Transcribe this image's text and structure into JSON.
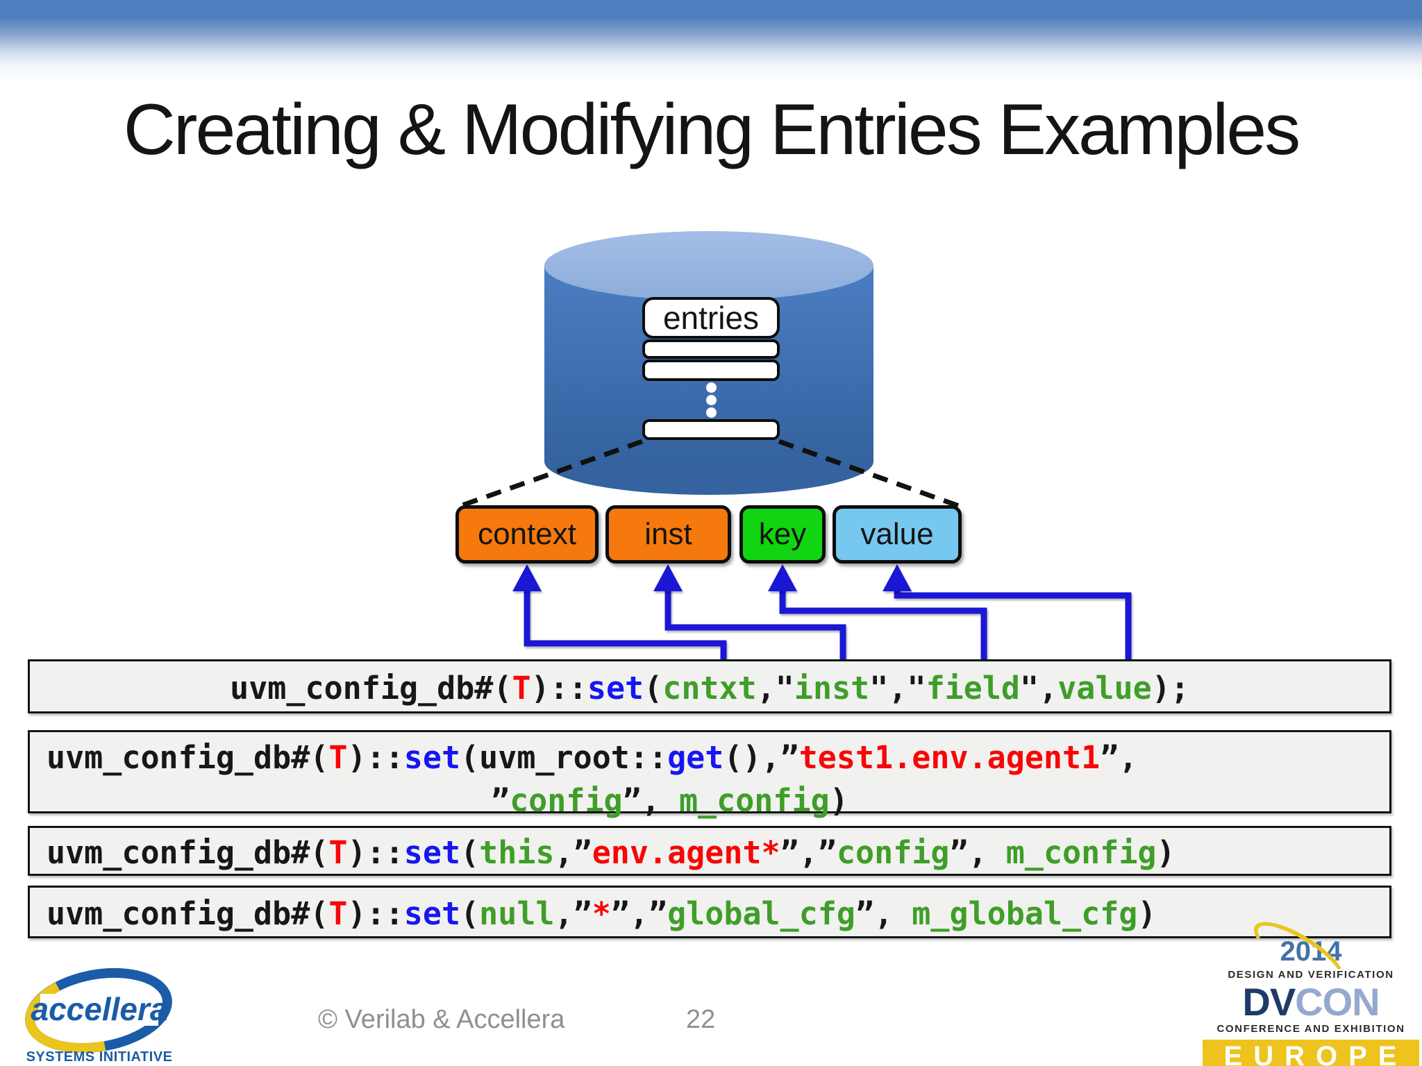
{
  "slide": {
    "title": "Creating & Modifying Entries Examples",
    "footer_copyright": "© Verilab & Accellera",
    "page_number": "22"
  },
  "diagram": {
    "db_label": "entries",
    "fields": [
      {
        "label": "context",
        "color": "#f5790d"
      },
      {
        "label": "inst",
        "color": "#f5790d"
      },
      {
        "label": "key",
        "color": "#11d511"
      },
      {
        "label": "value",
        "color": "#76c8ef"
      }
    ],
    "colors": {
      "cylinder_body_top": "#4b7ec2",
      "cylinder_body_bottom": "#34639f",
      "cylinder_top": "#97b5e2",
      "arrow_blue": "#1a17d6",
      "dash_black": "#111111"
    }
  },
  "code_blocks": [
    {
      "name": "generic-set-prototype",
      "lines": [
        [
          {
            "t": "uvm_config_db#(",
            "c": "ck"
          },
          {
            "t": "T",
            "c": "cr"
          },
          {
            "t": ")::",
            "c": "ck"
          },
          {
            "t": "set",
            "c": "cb"
          },
          {
            "t": "(",
            "c": "ck"
          },
          {
            "t": "cntxt",
            "c": "cg"
          },
          {
            "t": ",\"",
            "c": "ck"
          },
          {
            "t": "inst",
            "c": "cg"
          },
          {
            "t": "\",\"",
            "c": "ck"
          },
          {
            "t": "field",
            "c": "cg"
          },
          {
            "t": "\",",
            "c": "ck"
          },
          {
            "t": "value",
            "c": "cg"
          },
          {
            "t": ");",
            "c": "ck"
          }
        ]
      ]
    },
    {
      "name": "set-uvm-root-example",
      "lines": [
        [
          {
            "t": "uvm_config_db#(",
            "c": "ck"
          },
          {
            "t": "T",
            "c": "cr"
          },
          {
            "t": ")::",
            "c": "ck"
          },
          {
            "t": "set",
            "c": "cb"
          },
          {
            "t": "(uvm_root::",
            "c": "ck"
          },
          {
            "t": "get",
            "c": "cb"
          },
          {
            "t": "(),”",
            "c": "ck"
          },
          {
            "t": "test1.env.agent1",
            "c": "cr"
          },
          {
            "t": "”,",
            "c": "ck"
          }
        ],
        [
          {
            "t": "”",
            "c": "ck"
          },
          {
            "t": "config",
            "c": "cg"
          },
          {
            "t": "”, ",
            "c": "ck"
          },
          {
            "t": "m_config",
            "c": "cg"
          },
          {
            "t": ")",
            "c": "ck"
          }
        ]
      ]
    },
    {
      "name": "set-this-example",
      "lines": [
        [
          {
            "t": "uvm_config_db#(",
            "c": "ck"
          },
          {
            "t": "T",
            "c": "cr"
          },
          {
            "t": ")::",
            "c": "ck"
          },
          {
            "t": "set",
            "c": "cb"
          },
          {
            "t": "(",
            "c": "ck"
          },
          {
            "t": "this",
            "c": "cg"
          },
          {
            "t": ",”",
            "c": "ck"
          },
          {
            "t": "env.agent*",
            "c": "cr"
          },
          {
            "t": "”,”",
            "c": "ck"
          },
          {
            "t": "config",
            "c": "cg"
          },
          {
            "t": "”, ",
            "c": "ck"
          },
          {
            "t": "m_config",
            "c": "cg"
          },
          {
            "t": ")",
            "c": "ck"
          }
        ]
      ]
    },
    {
      "name": "set-null-global-example",
      "lines": [
        [
          {
            "t": "uvm_config_db#(",
            "c": "ck"
          },
          {
            "t": "T",
            "c": "cr"
          },
          {
            "t": ")::",
            "c": "ck"
          },
          {
            "t": "set",
            "c": "cb"
          },
          {
            "t": "(",
            "c": "ck"
          },
          {
            "t": "null",
            "c": "cg"
          },
          {
            "t": ",”",
            "c": "ck"
          },
          {
            "t": "*",
            "c": "cr"
          },
          {
            "t": "”,”",
            "c": "ck"
          },
          {
            "t": "global_cfg",
            "c": "cg"
          },
          {
            "t": "”, ",
            "c": "ck"
          },
          {
            "t": "m_global_cfg",
            "c": "cg"
          },
          {
            "t": ")",
            "c": "ck"
          }
        ]
      ]
    }
  ],
  "logos": {
    "accellera": {
      "name_text": "accellera",
      "subtitle": "SYSTEMS INITIATIVE",
      "blue": "#1a5ca8",
      "yellow": "#e9c51e"
    },
    "dvcon": {
      "year": "2014",
      "top_line": "DESIGN AND VERIFICATION",
      "name_dv": "DV",
      "name_con": "CON",
      "bottom_line": "CONFERENCE AND EXHIBITION",
      "banner": "EUROPE"
    }
  }
}
